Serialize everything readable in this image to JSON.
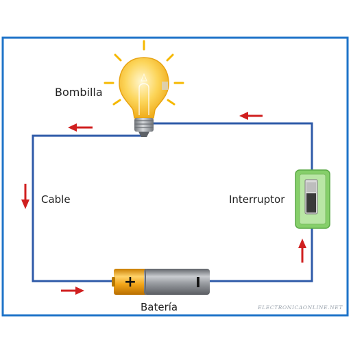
{
  "labels": {
    "bulb": "Bombilla",
    "wire": "Cable",
    "switch": "Interruptor",
    "battery": "Batería"
  },
  "battery_terminals": {
    "positive": "+",
    "negative": "I"
  },
  "watermark": "ELECTRONICAONLINE.NET",
  "colors": {
    "frame": "#1e73c8",
    "wire": "#2e5aa8",
    "arrow": "#d01f1f",
    "bulb_glass": "#f8c83a",
    "bulb_rays": "#f5b800",
    "bulb_base": "#9aa0a6",
    "switch_body": "#86cf6a",
    "switch_toggle": "#3a3a3a",
    "battery_positive": "#f2a516",
    "battery_body": "#8e9196"
  },
  "current_direction_arrows": [
    "left",
    "left",
    "down",
    "right",
    "up"
  ],
  "icons": [
    "light-bulb-icon",
    "switch-icon",
    "battery-icon"
  ]
}
